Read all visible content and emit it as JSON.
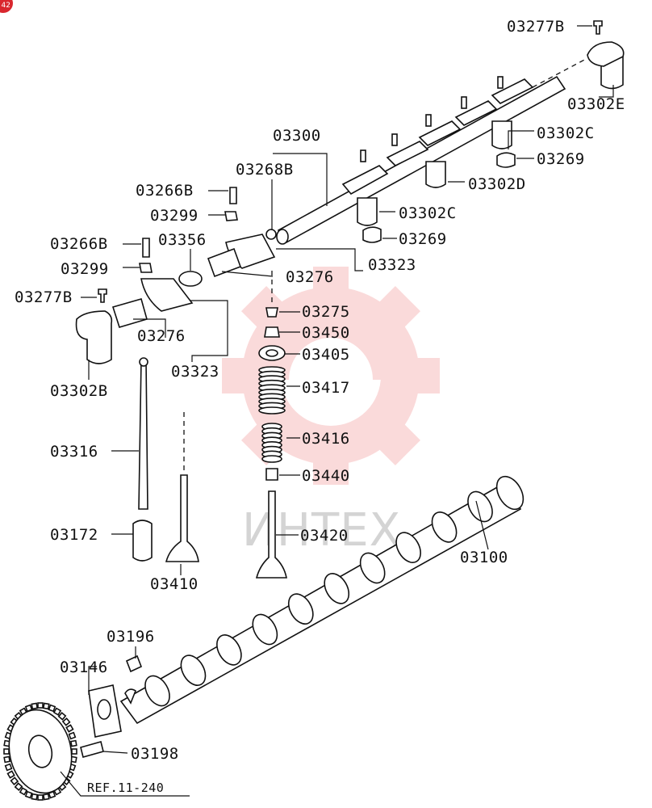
{
  "badge": {
    "text": "42"
  },
  "watermark": {
    "text": "ИНТЕХ",
    "color": "#e83a3a"
  },
  "diagram": {
    "labels": {
      "l03277B_top": "03277B",
      "l03302E": "03302E",
      "l03300": "03300",
      "l03302C_upper": "03302C",
      "l03269_upper": "03269",
      "l03268B": "03268B",
      "l03302D": "03302D",
      "l03266B_upper": "03266B",
      "l03302C_lower": "03302C",
      "l03299_upper": "03299",
      "l03269_lower": "03269",
      "l03266B_lower": "03266B",
      "l03356": "03356",
      "l03323_right": "03323",
      "l03299_lower": "03299",
      "l03276_right": "03276",
      "l03277B_left": "03277B",
      "l03275": "03275",
      "l03450": "03450",
      "l03276_left": "03276",
      "l03405": "03405",
      "l03323_left": "03323",
      "l03417": "03417",
      "l03302B": "03302B",
      "l03416": "03416",
      "l03316": "03316",
      "l03440": "03440",
      "l03172": "03172",
      "l03420": "03420",
      "l03100": "03100",
      "l03410": "03410",
      "l03196": "03196",
      "l03146": "03146",
      "l03198": "03198",
      "ref": "REF.11-240"
    }
  }
}
